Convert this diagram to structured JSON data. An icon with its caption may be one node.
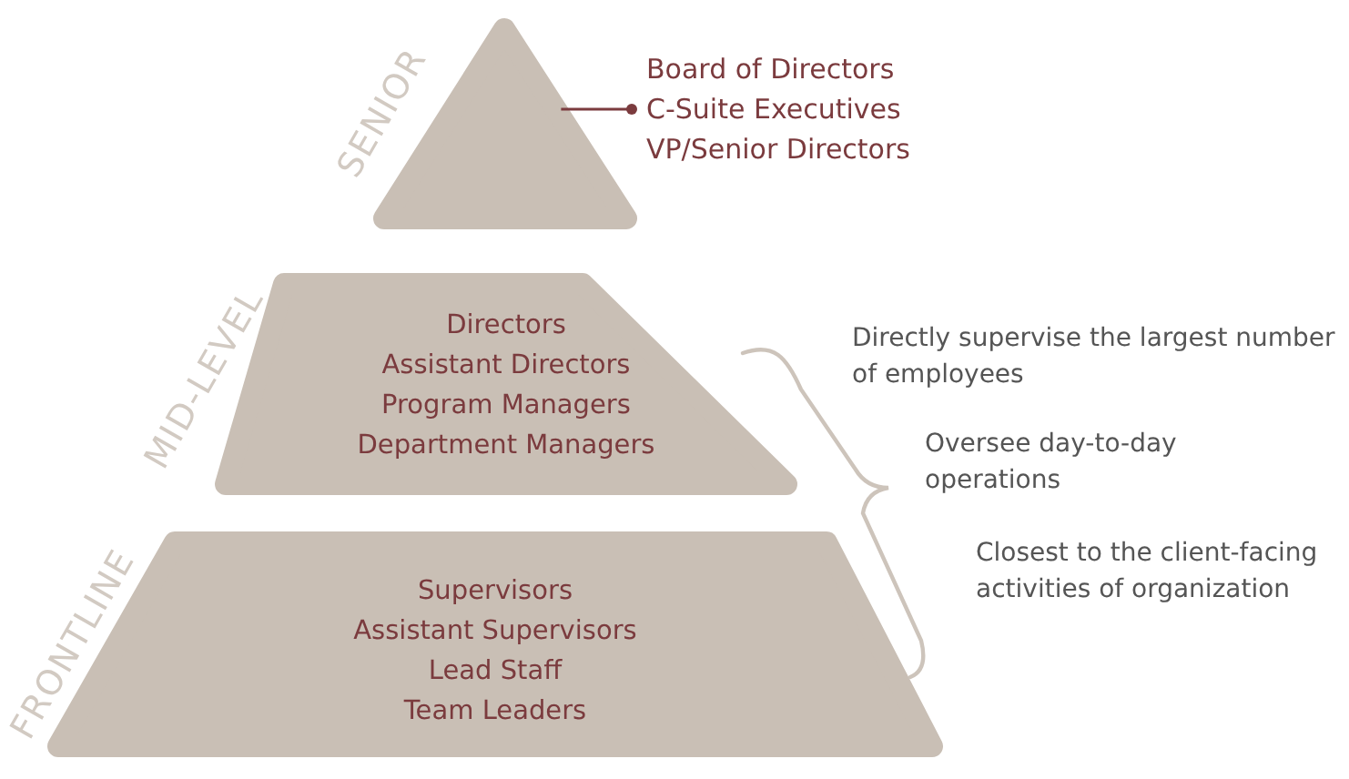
{
  "diagram": {
    "nodes": [
      {
        "text": [
          "SENIOR"
        ]
      },
      {
        "text": [
          "Board of Directors",
          "C-Suite Executives",
          "VP/Senior Directors"
        ]
      },
      {
        "text": [
          "MID-LEVEL",
          "Directors",
          "Assistant Directors",
          "Program Managers",
          "Department Managers"
        ]
      },
      {
        "text": [
          "FRONTLINE",
          "Supervisors",
          "Assistant Supervisors",
          "Lead Staff",
          "Team Leaders"
        ]
      }
    ],
    "edges": [
      {
        "from": 1,
        "to": 0,
        "arrow": "other"
      }
    ],
    "labels": [
      "Directly supervise the largest number of employees",
      "Oversee day-to-day operations",
      "Closest to the client-facing activities of organization"
    ]
  }
}
